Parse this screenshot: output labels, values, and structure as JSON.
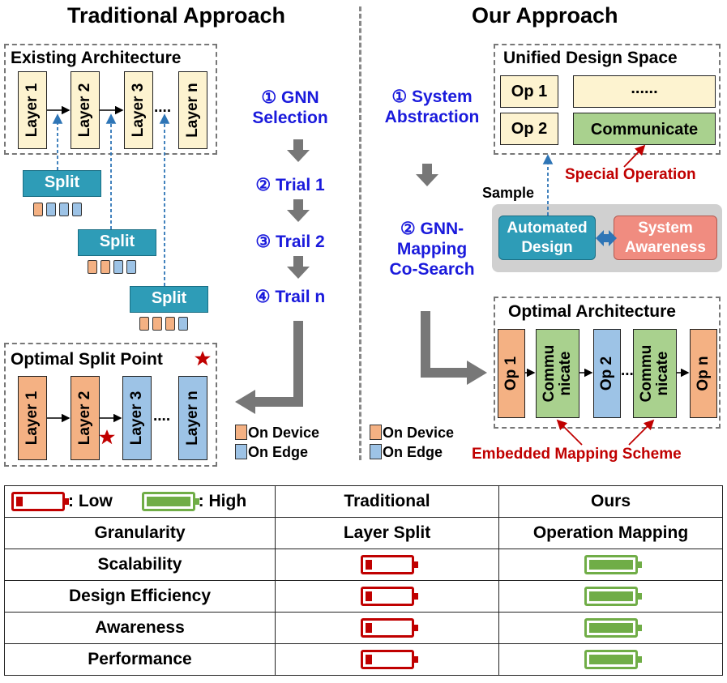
{
  "left": {
    "heading": "Traditional Approach",
    "existing_title": "Existing Architecture",
    "layers_top": [
      "Layer 1",
      "Layer 2",
      "Layer 3",
      "Layer n"
    ],
    "dots": "....",
    "split_label": "Split",
    "optimal_title": "Optimal Split Point",
    "layers_bottom": [
      "Layer 1",
      "Layer 2",
      "Layer 3",
      "Layer n"
    ],
    "steps": [
      "① GNN",
      "Selection",
      "② Trial 1",
      "③ Trail 2",
      "④ Trail n"
    ],
    "legend_device": "On Device",
    "legend_edge": "On Edge"
  },
  "right": {
    "heading": "Our Approach",
    "steps": [
      "① System",
      "Abstraction",
      "② GNN-",
      "Mapping",
      "Co-Search"
    ],
    "unified_title": "Unified Design Space",
    "op1": "Op 1",
    "op2": "Op 2",
    "ellipsis": "......",
    "communicate": "Communicate",
    "special_operation": "Special Operation",
    "sample": "Sample",
    "automated_design": [
      "Automated",
      "Design"
    ],
    "system_awareness": [
      "System",
      "Awareness"
    ],
    "optimal_title": "Optimal Architecture",
    "ops": [
      "Op 1",
      "Commu nicate",
      "Op 2",
      "Commu nicate",
      "Op n"
    ],
    "dots": "....",
    "embedded": "Embedded Mapping Scheme",
    "legend_device": "On Device",
    "legend_edge": "On Edge"
  },
  "table": {
    "legend_low": ": Low",
    "legend_high": ": High",
    "col_traditional": "Traditional",
    "col_ours": "Ours",
    "rows": [
      {
        "label": "Granularity",
        "traditional": "Layer Split",
        "ours": "Operation Mapping"
      },
      {
        "label": "Scalability",
        "traditional": "low",
        "ours": "high"
      },
      {
        "label": "Design Efficiency",
        "traditional": "low",
        "ours": "high"
      },
      {
        "label": "Awareness",
        "traditional": "low",
        "ours": "high"
      },
      {
        "label": "Performance",
        "traditional": "low",
        "ours": "high"
      }
    ]
  },
  "colors": {
    "device": "#f4b183",
    "edge": "#9dc3e6",
    "step_text": "#1a1adc",
    "red": "#c00000",
    "green": "#70ad47",
    "teal": "#2e9cb7"
  }
}
